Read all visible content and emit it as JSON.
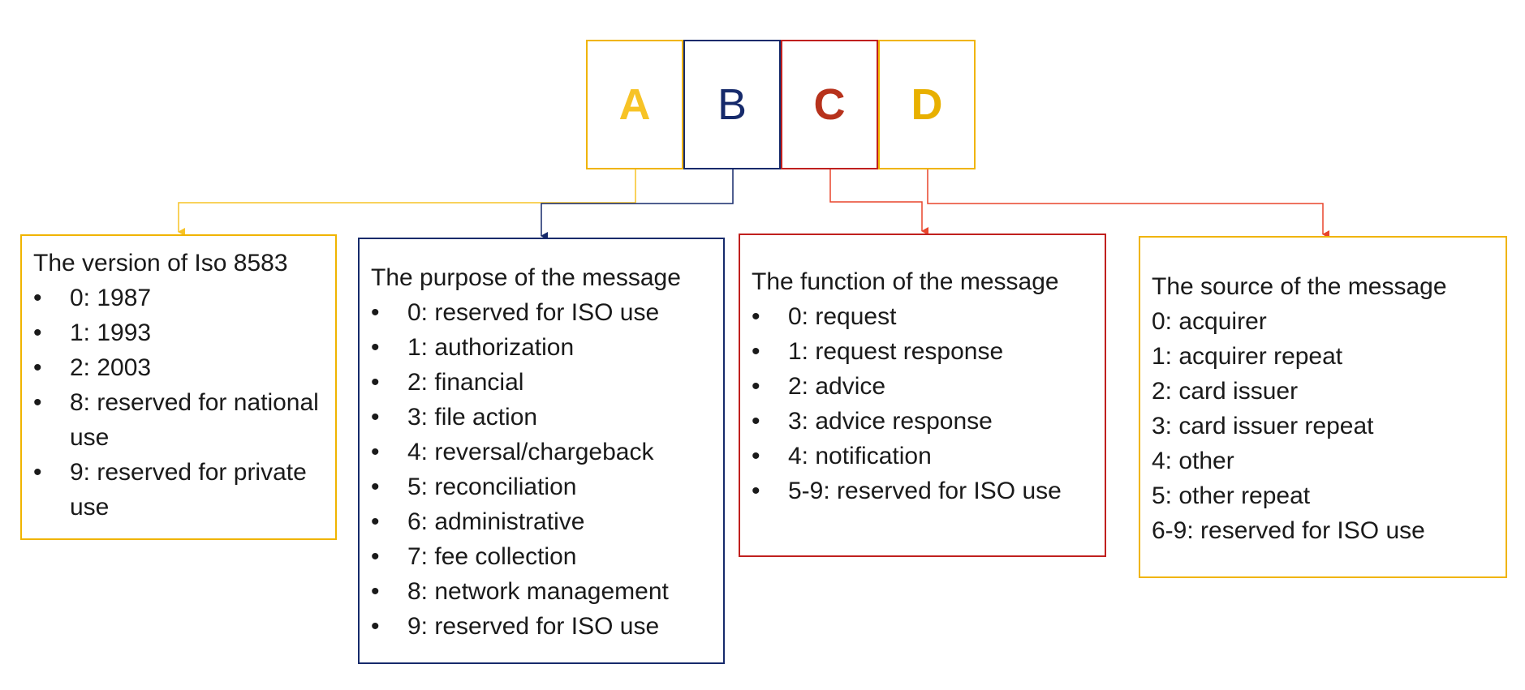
{
  "fields": [
    {
      "letter": "A",
      "color": "#f7c326"
    },
    {
      "letter": "B",
      "color": "#162a6b"
    },
    {
      "letter": "C",
      "color": "#b7321c"
    },
    {
      "letter": "D",
      "color": "#e8b000"
    }
  ],
  "boxes": {
    "version": {
      "title": "The version of Iso 8583",
      "items": [
        "0: 1987",
        "1: 1993",
        "2: 2003",
        "8: reserved for national use",
        "9: reserved for private use"
      ]
    },
    "purpose": {
      "title": "The purpose of the message",
      "items": [
        "0: reserved for ISO use",
        "1: authorization",
        "2: financial",
        "3: file action",
        "4: reversal/chargeback",
        "5: reconciliation",
        "6: administrative",
        "7: fee collection",
        "8: network management",
        "9: reserved for ISO use"
      ]
    },
    "function": {
      "title": "The function of the message",
      "items": [
        "0: request",
        "1: request response",
        "2: advice",
        "3: advice response",
        "4: notification",
        "5-9: reserved for ISO use"
      ]
    },
    "source": {
      "title": "The source of the message",
      "items": [
        "0: acquirer",
        "1: acquirer repeat",
        "2: card issuer",
        "3: card issuer repeat",
        "4: other",
        "5: other repeat",
        "6-9: reserved for ISO use"
      ]
    }
  },
  "colors": {
    "yellow": "#f0b400",
    "navy": "#162a6b",
    "red": "#c0201e",
    "orange_red": "#e8452c"
  }
}
